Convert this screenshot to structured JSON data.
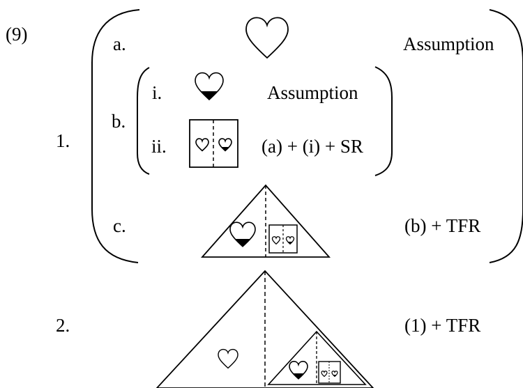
{
  "example_number": "(9)",
  "steps": [
    {
      "number": "1.",
      "substeps": [
        {
          "label": "a.",
          "justification": "Assumption"
        },
        {
          "label": "b.",
          "subsubsteps": [
            {
              "label": "i.",
              "justification": "Assumption"
            },
            {
              "label": "ii.",
              "justification": "(a) + (i) + SR"
            }
          ]
        },
        {
          "label": "c.",
          "justification": "(b) + TFR"
        }
      ]
    },
    {
      "number": "2.",
      "justification": "(1) + TFR"
    }
  ],
  "icons": {
    "dotted_heart": "dotted-heart-icon",
    "striped_heart": "striped-heart-icon",
    "box_diagram": "split-box-diagram",
    "triangle_diagram": "split-triangle-diagram"
  },
  "colors": {
    "ink": "#000000",
    "background": "#ffffff"
  }
}
